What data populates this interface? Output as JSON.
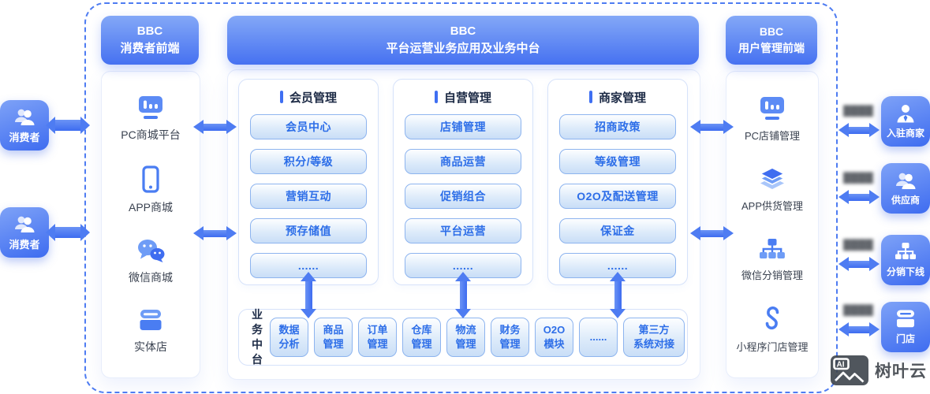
{
  "colors": {
    "accent": "#4e7cf2",
    "chip_text": "#2d6ee8",
    "header_gradient_top": "#84a8f7",
    "header_gradient_bottom": "#4671f1"
  },
  "left_actors": [
    {
      "label": "消费者"
    },
    {
      "label": "消费者"
    }
  ],
  "consumer_frontend": {
    "title_line1": "BBC",
    "title_line2": "消费者前端",
    "items": [
      {
        "label": "PC商城平台",
        "icon": "pc-mall-icon"
      },
      {
        "label": "APP商城",
        "icon": "mobile-app-icon"
      },
      {
        "label": "微信商城",
        "icon": "wechat-icon"
      },
      {
        "label": "实体店",
        "icon": "store-icon"
      }
    ]
  },
  "platform": {
    "title_line1": "BBC",
    "title_line2": "平台运营业务应用及业务中台",
    "groups": [
      {
        "title": "会员管理",
        "items": [
          "会员中心",
          "积分/等级",
          "营销互动",
          "预存储值",
          "......"
        ]
      },
      {
        "title": "自营管理",
        "items": [
          "店铺管理",
          "商品运营",
          "促销组合",
          "平台运营",
          "......"
        ]
      },
      {
        "title": "商家管理",
        "items": [
          "招商政策",
          "等级管理",
          "O2O及配送管理",
          "保证金",
          "......"
        ]
      }
    ],
    "middle_platform": {
      "label_line1": "业务",
      "label_line2": "中台",
      "modules": [
        {
          "line1": "数据",
          "line2": "分析"
        },
        {
          "line1": "商品",
          "line2": "管理"
        },
        {
          "line1": "订单",
          "line2": "管理"
        },
        {
          "line1": "仓库",
          "line2": "管理"
        },
        {
          "line1": "物流",
          "line2": "管理"
        },
        {
          "line1": "财务",
          "line2": "管理"
        },
        {
          "line1": "O2O",
          "line2": "模块"
        },
        {
          "line1": "......",
          "line2": ""
        },
        {
          "line1": "第三方",
          "line2": "系统对接"
        }
      ]
    }
  },
  "user_frontend": {
    "title_line1": "BBC",
    "title_line2": "用户管理前端",
    "items": [
      {
        "label": "PC店铺管理",
        "icon": "pc-shop-icon"
      },
      {
        "label": "APP供货管理",
        "icon": "layers-icon"
      },
      {
        "label": "微信分销管理",
        "icon": "sitemap-icon"
      },
      {
        "label": "小程序门店管理",
        "icon": "miniprogram-icon"
      }
    ]
  },
  "right_actors": [
    {
      "label": "入驻商家",
      "icon": "merchant-icon",
      "redacted_tag": "▓▓▓▓"
    },
    {
      "label": "供应商",
      "icon": "supplier-icon",
      "redacted_tag": "▓▓▓▓"
    },
    {
      "label": "分销下线",
      "icon": "distribution-icon",
      "redacted_tag": "▓▓▓▓"
    },
    {
      "label": "门店",
      "icon": "shop-icon",
      "redacted_tag": "▓▓▓▓"
    }
  ],
  "watermark": {
    "logo_text": "AI",
    "brand": "树叶云"
  }
}
